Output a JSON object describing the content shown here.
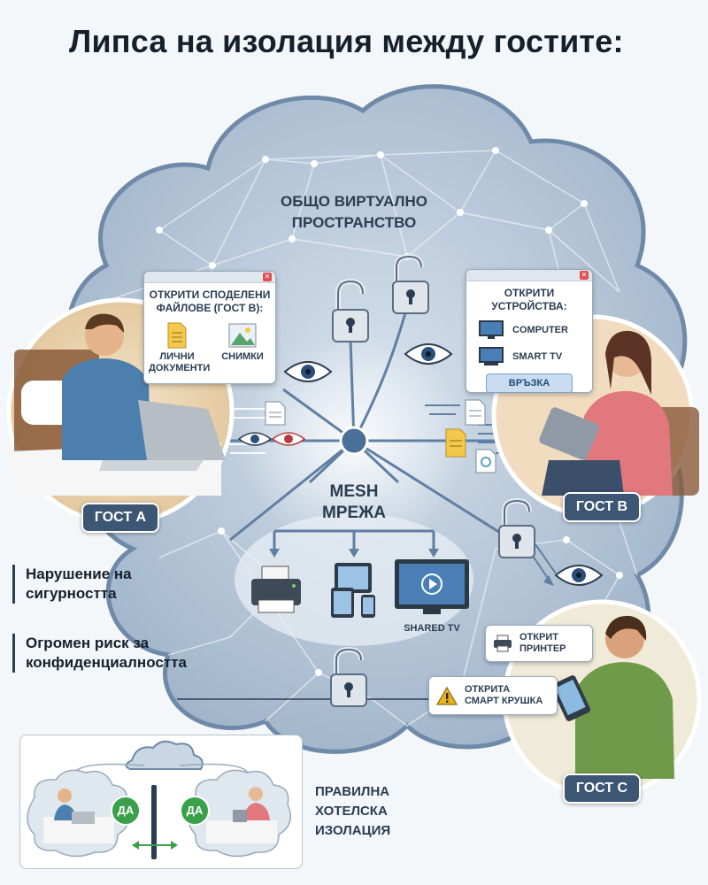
{
  "title": "Липса на изолация между гостите:",
  "cloud_label": {
    "line1": "ОБЩО ВИРТУАЛНО",
    "line2": "ПРОСТРАНСТВО"
  },
  "mesh_label": {
    "line1": "MESH",
    "line2": "МРЕЖА"
  },
  "shared_tv_label": "SHARED TV",
  "files_popup": {
    "title_line1": "ОТКРИТИ СПОДЕЛЕНИ",
    "title_line2": "ФАЙЛОВЕ (ГОСТ В):",
    "items": [
      {
        "label_line1": "ЛИЧНИ",
        "label_line2": "ДОКУМЕНТИ",
        "icon": "document-icon"
      },
      {
        "label_line1": "СНИМКИ",
        "label_line2": "",
        "icon": "photo-icon"
      }
    ]
  },
  "devices_popup": {
    "title": "ОТКРИТИ УСТРОЙСТВА:",
    "devices": [
      {
        "label": "COMPUTER",
        "icon": "monitor-icon"
      },
      {
        "label": "SMART TV",
        "icon": "tv-icon"
      }
    ],
    "button": "ВРЪЗКА"
  },
  "printer_popup": {
    "line1": "ОТКРИТ",
    "line2": "ПРИНТЕР",
    "icon": "printer-icon"
  },
  "bulb_popup": {
    "line1": "ОТКРИТА",
    "line2": "СМАРТ КРУШКА",
    "icon": "warning-icon"
  },
  "guests": {
    "a": "ГОСТ A",
    "b": "ГОСТ В",
    "c": "ГОСТ С"
  },
  "notes": [
    {
      "line1": "Нарушение на",
      "line2": "сигурността"
    },
    {
      "line1": "Огромен риск за",
      "line2": "конфиденциалността"
    }
  ],
  "isolation": {
    "line1": "ПРАВИЛНА",
    "line2": "ХОТЕЛСКА",
    "line3": "ИЗОЛАЦИЯ",
    "badge_left": "ДА",
    "badge_right": "ДА"
  },
  "colors": {
    "cloud": "#aebfd2",
    "cloud_edge": "#6f8aa8",
    "network_line": "#e6eef6",
    "accent": "#3d5673",
    "ok_green": "#3aa04a",
    "warning": "#e8b31e",
    "danger": "#d9534f"
  }
}
